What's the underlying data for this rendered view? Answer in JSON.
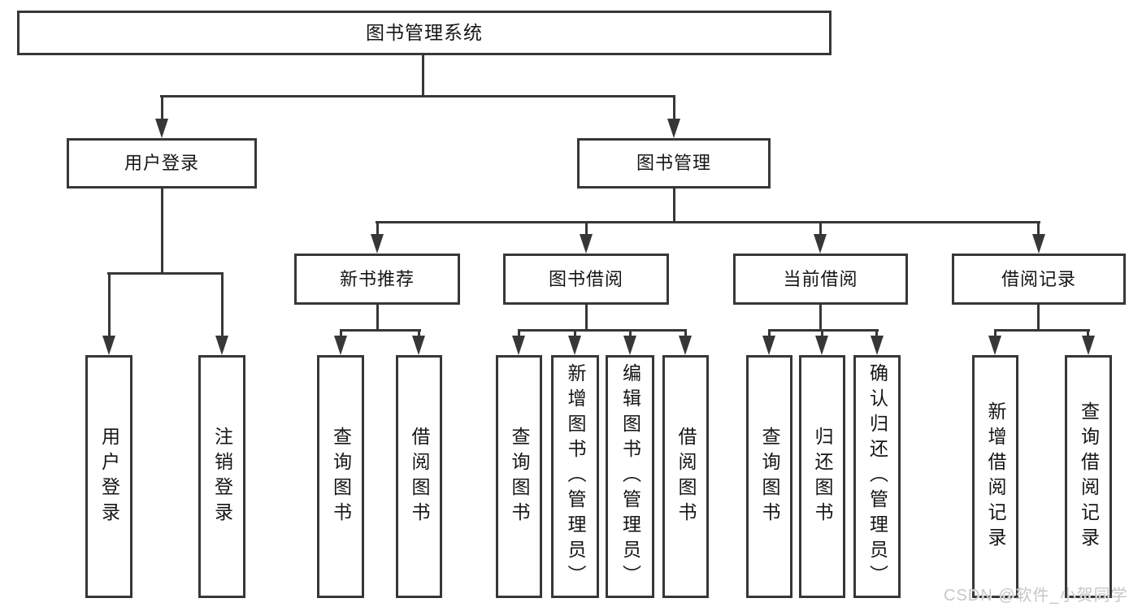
{
  "diagram": {
    "root": {
      "id": "library-management-system",
      "label": "图书管理系统"
    },
    "level2": [
      {
        "id": "user-login",
        "label": "用户登录",
        "parent": "图书管理系统"
      },
      {
        "id": "book-management",
        "label": "图书管理",
        "parent": "图书管理系统"
      }
    ],
    "level3": [
      {
        "id": "new-book-recommend",
        "label": "新书推荐",
        "parent": "图书管理"
      },
      {
        "id": "book-borrowing",
        "label": "图书借阅",
        "parent": "图书管理"
      },
      {
        "id": "current-borrowing",
        "label": "当前借阅",
        "parent": "图书管理"
      },
      {
        "id": "borrowing-records",
        "label": "借阅记录",
        "parent": "图书管理"
      }
    ],
    "leaves": [
      {
        "label": "用户登录",
        "parent": "用户登录"
      },
      {
        "label": "注销登录",
        "parent": "用户登录"
      },
      {
        "label": "查询图书",
        "parent": "新书推荐"
      },
      {
        "label": "借阅图书",
        "parent": "新书推荐"
      },
      {
        "label": "查询图书",
        "parent": "图书借阅"
      },
      {
        "label": "新增图书（管理员）",
        "parent": "图书借阅"
      },
      {
        "label": "编辑图书（管理员）",
        "parent": "图书借阅"
      },
      {
        "label": "借阅图书",
        "parent": "图书借阅"
      },
      {
        "label": "查询图书",
        "parent": "当前借阅"
      },
      {
        "label": "归还图书",
        "parent": "当前借阅"
      },
      {
        "label": "确认归还（管理员）",
        "parent": "当前借阅"
      },
      {
        "label": "新增借阅记录",
        "parent": "借阅记录"
      },
      {
        "label": "查询借阅记录",
        "parent": "借阅记录"
      }
    ]
  },
  "watermark": {
    "text": "CSDN @软件_小贺同学"
  },
  "colors": {
    "line": "#373737",
    "box_border": "#373737",
    "text": "#151515",
    "background": "#ffffff",
    "watermark": "#c6c7cc"
  }
}
